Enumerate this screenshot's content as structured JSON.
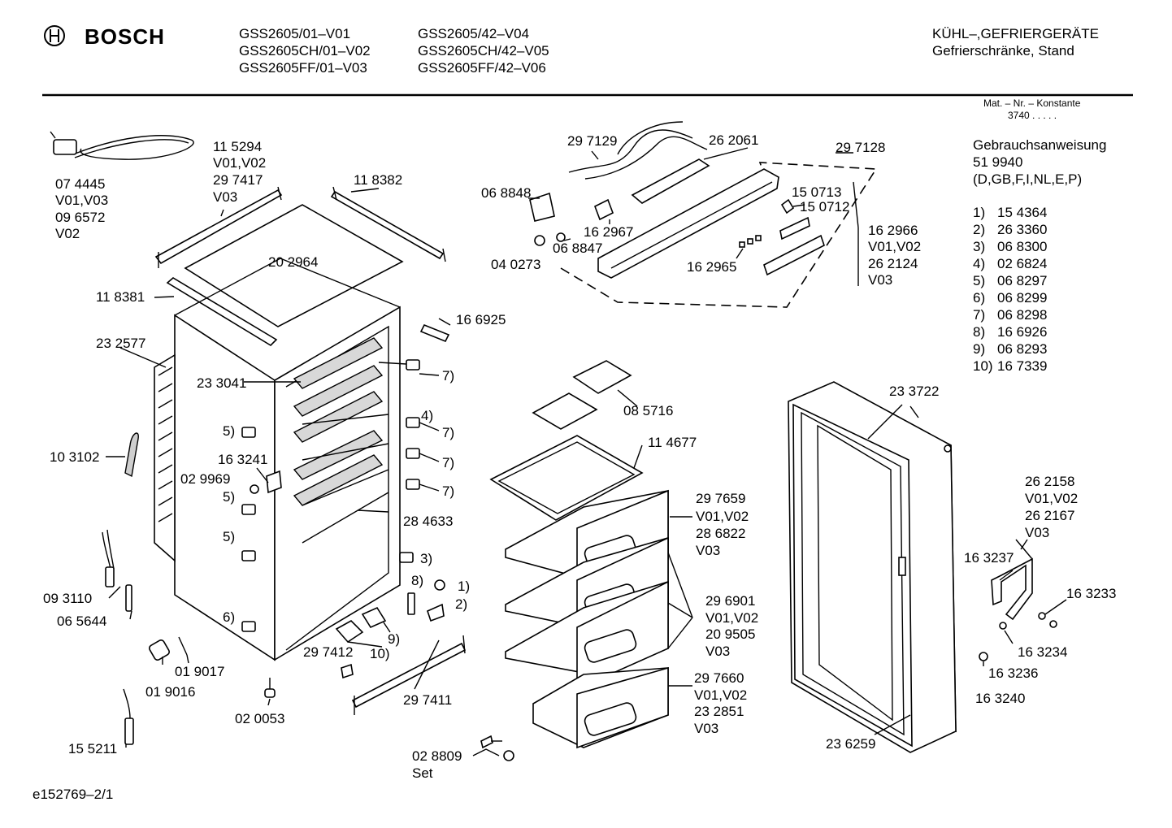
{
  "header": {
    "brand": "BOSCH",
    "models_col1": [
      "GSS2605/01–V01",
      "GSS2605CH/01–V02",
      "GSS2605FF/01–V03"
    ],
    "models_col2": [
      "GSS2605/42–V04",
      "GSS2605CH/42–V05",
      "GSS2605FF/42–V06"
    ],
    "category": "KÜHL–,GEFRIERGERÄTE",
    "subcategory": "Gefrierschränke, Stand"
  },
  "mat_nr": {
    "label": "Mat. – Nr. – Konstante",
    "value": "3740  .  .  .  .  ."
  },
  "manual": {
    "title": "Gebrauchsanweisung",
    "number": "51 9940",
    "languages": "(D,GB,F,I,NL,E,P)",
    "items": [
      {
        "n": "1)",
        "v": "15 4364"
      },
      {
        "n": "2)",
        "v": "26 3360"
      },
      {
        "n": "3)",
        "v": "06 8300"
      },
      {
        "n": "4)",
        "v": "02 6824"
      },
      {
        "n": "5)",
        "v": "06 8297"
      },
      {
        "n": "6)",
        "v": "06 8299"
      },
      {
        "n": "7)",
        "v": "06 8298"
      },
      {
        "n": "8)",
        "v": "16 6926"
      },
      {
        "n": "9)",
        "v": "06 8293"
      },
      {
        "n": "10)",
        "v": "16 7339"
      }
    ]
  },
  "labels": {
    "p074445": "07 4445",
    "p074445v": "V01,V03",
    "p096572": "09 6572",
    "p096572v": "V02",
    "p115294": "11 5294",
    "p115294v": "V01,V02",
    "p297417": "29 7417",
    "p297417v": "V03",
    "p118382": "11 8382",
    "p202964": "20 2964",
    "p118381": "11 8381",
    "p232577": "23 2577",
    "p233041": "23 3041",
    "p103102": "10 3102",
    "p163241": "16 3241",
    "p029969": "02 9969",
    "p284633": "28 4633",
    "p093110": "09 3110",
    "p065644": "06 5644",
    "p019017": "01 9017",
    "p019016": "01 9016",
    "p020053": "02 0053",
    "p155211": "15 5211",
    "p297412": "29 7412",
    "p297411": "29 7411",
    "p166925": "16 6925",
    "r7a": "7)",
    "r4": "4)",
    "r7b": "7)",
    "r7c": "7)",
    "r7d": "7)",
    "r5a": "5)",
    "r5b": "5)",
    "r5c": "5)",
    "r3": "3)",
    "r8": "8)",
    "r1": "1)",
    "r2": "2)",
    "r6": "6)",
    "r9": "9)",
    "r10": "10)",
    "p297129": "29 7129",
    "p262061": "26 2061",
    "p297128": "29 7128",
    "p068848": "06 8848",
    "p162967": "16 2967",
    "p068847": "06 8847",
    "p040273": "04 0273",
    "p150713": "15 0713",
    "p150712": "15 0712",
    "p162966": "16 2966",
    "p162966v": "V01,V02",
    "p262124": "26 2124",
    "p262124v": "V03",
    "p162965": "16 2965",
    "p085716": "08 5716",
    "p114677": "11 4677",
    "p297659": "29 7659",
    "p297659v": "V01,V02",
    "p286822": "28 6822",
    "p286822v": "V03",
    "p296901": "29 6901",
    "p296901v": "V01,V02",
    "p209505": "20 9505",
    "p209505v": "V03",
    "p297660": "29 7660",
    "p297660v": "V01,V02",
    "p232851": "23 2851",
    "p232851v": "V03",
    "p028809": "02 8809",
    "set": "Set",
    "p233722": "23 3722",
    "p236259": "23 6259",
    "p262158": "26 2158",
    "p262158v": "V01,V02",
    "p262167": "26 2167",
    "p262167v": "V03",
    "p163237": "16 3237",
    "p163233": "16 3233",
    "p163234": "16 3234",
    "p163236": "16 3236",
    "p163240": "16 3240"
  },
  "footer": {
    "drawing_id": "e152769–2/1"
  }
}
